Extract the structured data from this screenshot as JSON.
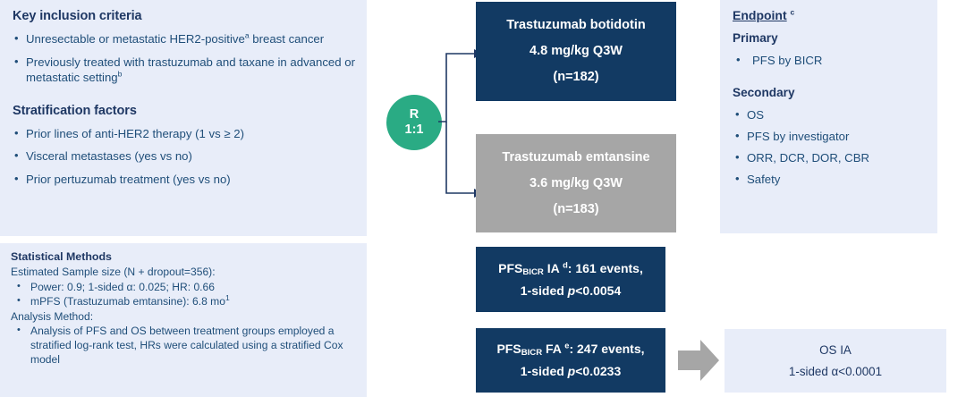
{
  "inclusion": {
    "heading": "Key inclusion criteria",
    "items": [
      "Unresectable or metastatic HER2-positive breast cancer",
      "Previously treated with trastuzumab and taxane in advanced or metastatic setting"
    ],
    "item_sups": [
      "a",
      "b"
    ],
    "strat_heading": "Stratification factors",
    "strat_items": [
      "Prior lines of anti-HER2 therapy (1 vs ≥ 2)",
      "Visceral metastases (yes vs no)",
      "Prior pertuzumab treatment (yes vs no)"
    ]
  },
  "stats": {
    "heading": "Statistical Methods",
    "sample_line": "Estimated Sample size (N + dropout=356):",
    "bullets": [
      "Power: 0.9; 1-sided α: 0.025; HR: 0.66",
      "mPFS (Trastuzumab emtansine): 6.8 mo"
    ],
    "mpfs_sup": "1",
    "analysis_line": "Analysis Method:",
    "analysis_bullet": "Analysis of PFS and OS between treatment groups employed a stratified log-rank test, HRs were calculated using a stratified Cox model"
  },
  "randomization": {
    "letter": "R",
    "ratio": "1:1"
  },
  "arms": [
    {
      "name": "arm-experimental",
      "drug": "Trastuzumab botidotin",
      "dose": "4.8 mg/kg  Q3W",
      "n": "(n=182)",
      "color": "#123a63"
    },
    {
      "name": "arm-control",
      "drug": "Trastuzumab emtansine",
      "dose": "3.6 mg/kg  Q3W",
      "n": "(n=183)",
      "color": "#a6a6a6"
    }
  ],
  "analyses": [
    {
      "prefix": "PFS",
      "sub": "BICR",
      "label": " IA",
      "sup": "d",
      "events": ": 161 events,",
      "alpha_pre": "1-sided ",
      "alpha_ital": "p",
      "alpha_post": "<0.0054"
    },
    {
      "prefix": "PFS",
      "sub": "BICR",
      "label": " FA",
      "sup": "e",
      "events": ": 247 events,",
      "alpha_pre": "1-sided ",
      "alpha_ital": "p",
      "alpha_post": "<0.0233"
    }
  ],
  "os_ia": {
    "title": "OS IA",
    "alpha": "1-sided α<0.0001"
  },
  "endpoint": {
    "title": "Endpoint",
    "title_sup": "c",
    "primary_heading": "Primary",
    "primary_items": [
      "PFS by BICR"
    ],
    "secondary_heading": "Secondary",
    "secondary_items": [
      "OS",
      "PFS by investigator",
      "ORR, DCR, DOR, CBR",
      "Safety"
    ]
  },
  "colors": {
    "panel_blue": "#e8edf9",
    "navy": "#123a63",
    "grey": "#a6a6a6",
    "teal": "#2aab84",
    "text_navy": "#1f3864"
  }
}
